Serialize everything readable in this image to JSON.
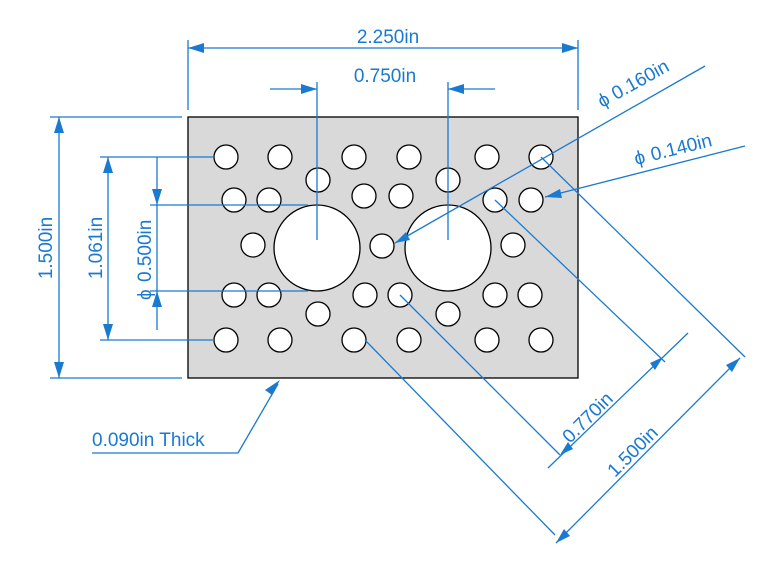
{
  "drawing": {
    "colors": {
      "dimension": "#1a7ad0",
      "plate_fill": "#d9d9d9",
      "outline": "#000000"
    },
    "labels": {
      "overall_width": "2.250in",
      "center_spacing": "0.750in",
      "large_hole_dia": "0.160in",
      "small_hole_dia": "0.140in",
      "overall_height": "1.500in",
      "row_spacing": "1.061in",
      "large_row_spacing": "0.500in",
      "diag_spacing_1": "0.770in",
      "diag_spacing_2": "1.500in",
      "thickness": "0.090in Thick"
    },
    "diameter_symbol": "ϕ"
  }
}
